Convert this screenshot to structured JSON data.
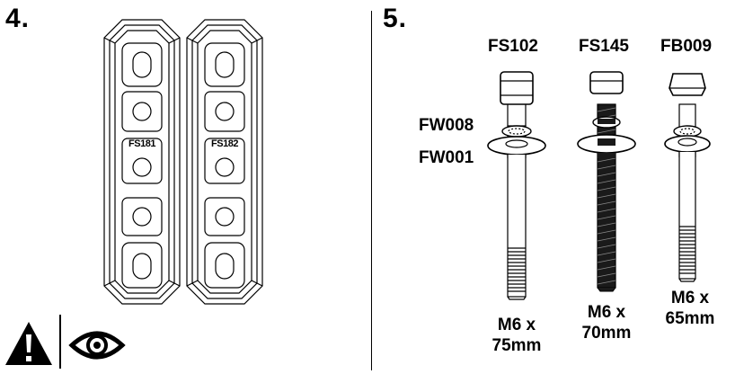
{
  "steps": {
    "step4": {
      "number": "4."
    },
    "step5": {
      "number": "5."
    }
  },
  "pads": [
    {
      "label": "FS181"
    },
    {
      "label": "FS182"
    }
  ],
  "bolts": [
    {
      "code": "FS102",
      "size": "M6 x\n75mm",
      "thread": "partial"
    },
    {
      "code": "FS145",
      "size": "M6 x\n70mm",
      "thread": "full"
    },
    {
      "code": "FB009",
      "size": "M6 x\n65mm",
      "thread": "partial"
    }
  ],
  "washers": {
    "lock": "FW008",
    "flat": "FW001"
  },
  "icons": {
    "warning": "warning-triangle-icon",
    "inspect": "eye-icon"
  }
}
